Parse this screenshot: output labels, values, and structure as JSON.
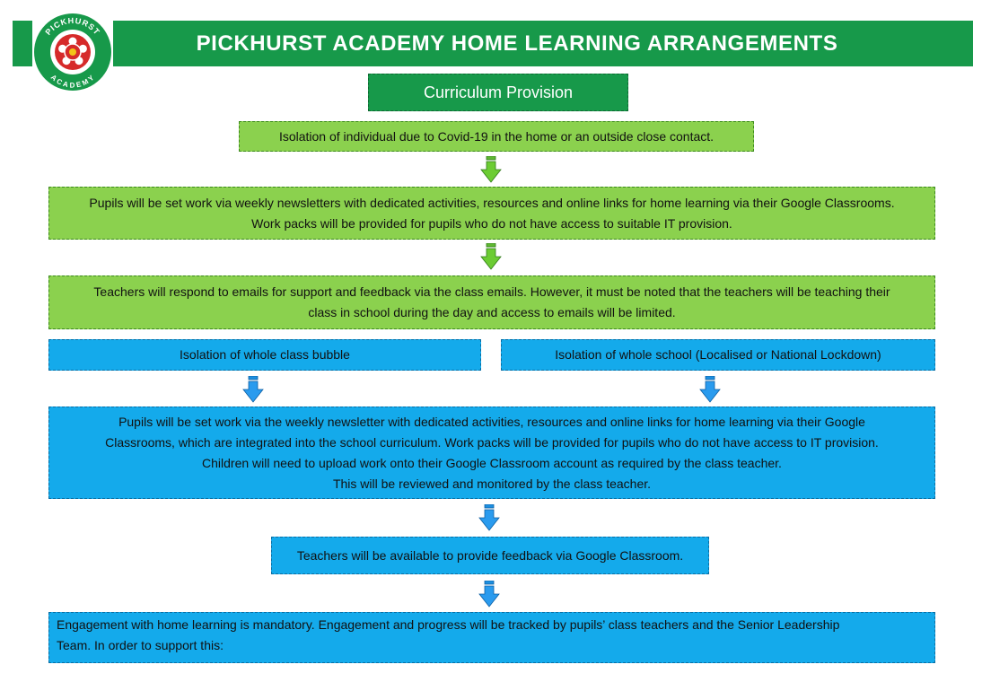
{
  "header": {
    "title": "PICKHURST ACADEMY HOME LEARNING ARRANGEMENTS",
    "logo": {
      "icon": "school-crest-icon",
      "text_top": "PICKHURST",
      "text_bottom": "ACADEMY"
    }
  },
  "flow": {
    "curriculum_title": "Curriculum Provision",
    "individual_isolation": "Isolation of individual due to Covid-19 in the home or an outside close contact.",
    "individual_work": [
      "Pupils will be set work via weekly newsletters with dedicated activities, resources and online links for home learning via their Google Classrooms.",
      "Work packs will be provided for pupils who do not have access to suitable IT provision."
    ],
    "teacher_response": [
      "Teachers will respond to emails for support and feedback via the class emails.  However, it must be noted that the teachers will be teaching their",
      "class in school during the day and access to emails will be limited."
    ],
    "class_bubble": "Isolation of whole class bubble",
    "whole_school": "Isolation of whole school (Localised or National Lockdown)",
    "group_work": [
      "Pupils will be set work via the weekly newsletter with dedicated activities, resources and online links for home learning via their Google",
      "Classrooms, which are integrated into the school curriculum. Work packs will be provided for pupils who do not have access to IT provision.",
      "Children will need to upload work onto their Google Classroom account as required by the class teacher.",
      "This will be reviewed and monitored by the class teacher."
    ],
    "feedback": "Teachers will be available to provide feedback via Google Classroom.",
    "engagement": [
      "Engagement with home learning is mandatory.  Engagement and progress will be tracked by pupils’ class teachers and the Senior Leadership",
      "Team.  In order to support this:"
    ]
  },
  "colors": {
    "header_green": "#17994a",
    "step_green": "#8bd14e",
    "arrow_green": "#5fb832",
    "step_blue": "#14aaeb",
    "arrow_blue": "#1d8fe0",
    "crest_red": "#d62a2a"
  }
}
